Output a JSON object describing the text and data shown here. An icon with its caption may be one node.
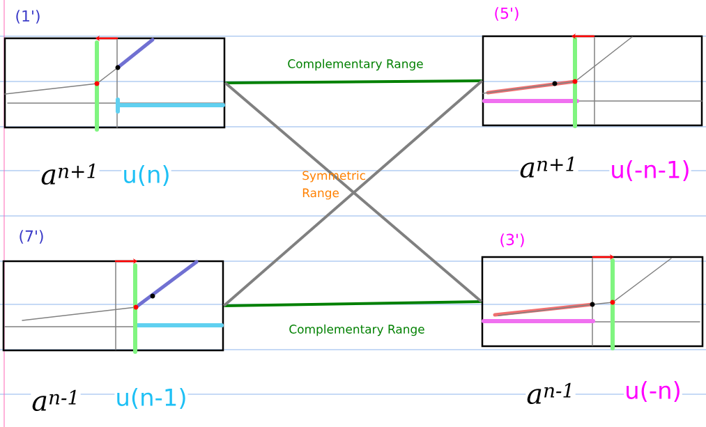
{
  "diagram": {
    "nodes": [
      {
        "text": [
          "(1')"
        ],
        "beside": [
          "a$^{n+1}$",
          "u(n)"
        ]
      },
      {
        "text": [
          "(5')"
        ],
        "beside": [
          "a$^{n+1}$",
          "u(-n-1)"
        ]
      },
      {
        "text": [
          "(7')"
        ],
        "beside": [
          "a$^{n-1}$",
          "u(n-1)"
        ]
      },
      {
        "text": [
          "(3')"
        ],
        "beside": [
          "a$^{n-1}$",
          "u(-n)"
        ]
      }
    ],
    "edges": [
      {
        "from": 0,
        "to": 1,
        "arrow": "none",
        "label": "Complementary Range",
        "color": "#008000"
      },
      {
        "from": 2,
        "to": 3,
        "arrow": "none",
        "label": "Complementary Range",
        "color": "#008000"
      },
      {
        "from": 0,
        "to": 3,
        "arrow": "none",
        "color": "#808080"
      },
      {
        "from": 2,
        "to": 1,
        "arrow": "none",
        "color": "#808080"
      }
    ],
    "labels": [
      "Symmetric Range"
    ]
  }
}
